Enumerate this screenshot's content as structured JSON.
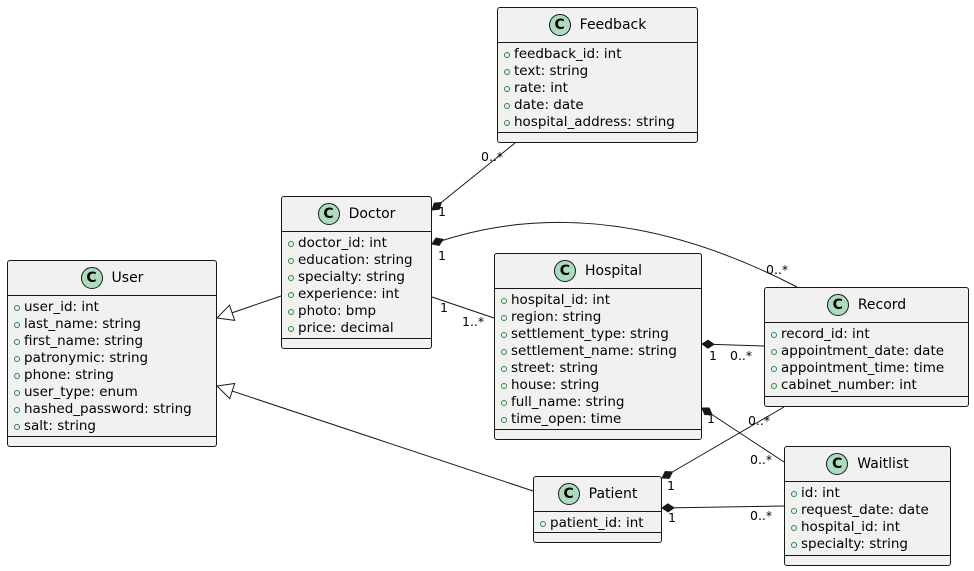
{
  "classes": {
    "feedback": {
      "name": "Feedback",
      "badge": "C",
      "attrs": [
        "feedback_id: int",
        "text: string",
        "rate: int",
        "date: date",
        "hospital_address: string"
      ]
    },
    "doctor": {
      "name": "Doctor",
      "badge": "C",
      "attrs": [
        "doctor_id: int",
        "education: string",
        "specialty: string",
        "experience: int",
        "photo: bmp",
        "price: decimal"
      ]
    },
    "user": {
      "name": "User",
      "badge": "C",
      "attrs": [
        "user_id: int",
        "last_name: string",
        "first_name: string",
        "patronymic: string",
        "phone: string",
        "user_type: enum",
        "hashed_password: string",
        "salt: string"
      ]
    },
    "hospital": {
      "name": "Hospital",
      "badge": "C",
      "attrs": [
        "hospital_id: int",
        "region: string",
        "settlement_type: string",
        "settlement_name: string",
        "street: string",
        "house: string",
        "full_name: string",
        "time_open: time"
      ]
    },
    "record": {
      "name": "Record",
      "badge": "C",
      "attrs": [
        "record_id: int",
        "appointment_date: date",
        "appointment_time: time",
        "cabinet_number: int"
      ]
    },
    "patient": {
      "name": "Patient",
      "badge": "C",
      "attrs": [
        "patient_id: int"
      ]
    },
    "waitlist": {
      "name": "Waitlist",
      "badge": "C",
      "attrs": [
        "id: int",
        "request_date: date",
        "hospital_id: int",
        "specialty: string"
      ]
    }
  },
  "relations": [
    {
      "id": "doctor-feedback",
      "type": "composition",
      "from": "doctor",
      "to": "feedback",
      "from_mult": "1",
      "to_mult": "0..*"
    },
    {
      "id": "doctor-record",
      "type": "composition",
      "from": "doctor",
      "to": "record",
      "from_mult": "1",
      "to_mult": "0..*"
    },
    {
      "id": "doctor-hospital",
      "type": "association",
      "from": "doctor",
      "to": "hospital",
      "from_mult": "1",
      "to_mult": "1..*"
    },
    {
      "id": "hospital-record",
      "type": "composition",
      "from": "hospital",
      "to": "record",
      "from_mult": "1",
      "to_mult": "0..*"
    },
    {
      "id": "hospital-waitlist",
      "type": "composition",
      "from": "hospital",
      "to": "waitlist",
      "from_mult": "1",
      "to_mult": "0..*"
    },
    {
      "id": "patient-record",
      "type": "composition",
      "from": "patient",
      "to": "record",
      "from_mult": "1",
      "to_mult": "0..*"
    },
    {
      "id": "patient-waitlist",
      "type": "composition",
      "from": "patient",
      "to": "waitlist",
      "from_mult": "1",
      "to_mult": "0..*"
    },
    {
      "id": "doctor-user",
      "type": "inheritance",
      "from": "doctor",
      "to": "user"
    },
    {
      "id": "patient-user",
      "type": "inheritance",
      "from": "patient",
      "to": "user"
    }
  ]
}
